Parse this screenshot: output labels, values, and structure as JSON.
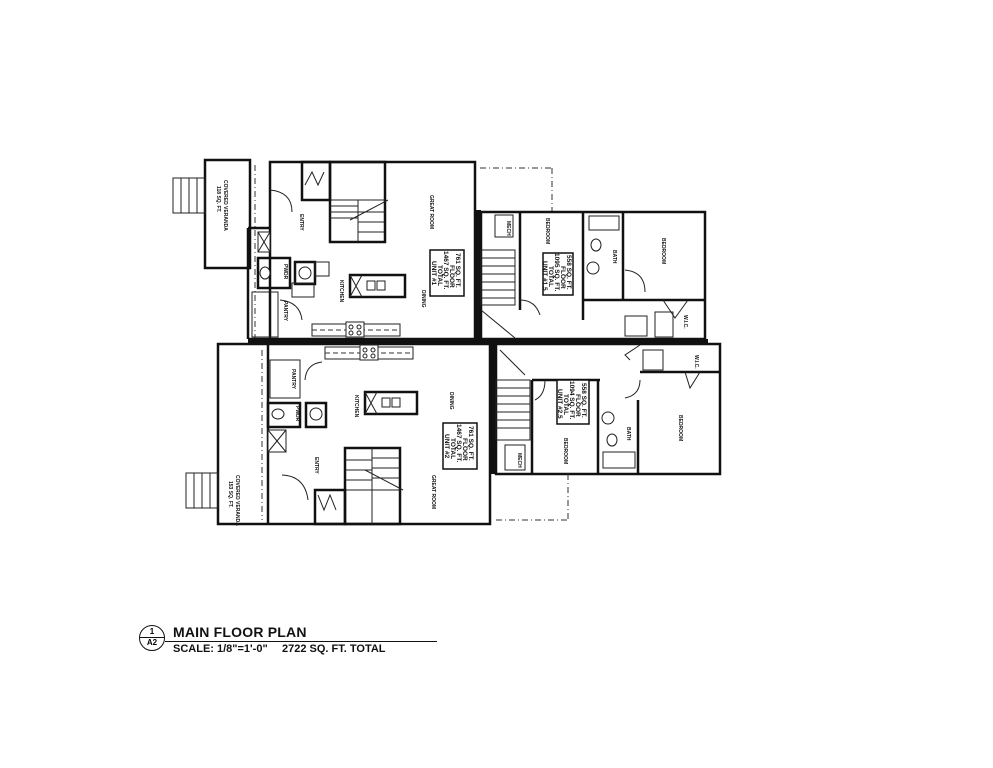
{
  "drawing": {
    "title": "MAIN FLOOR PLAN",
    "detail_number": "1",
    "sheet_number": "A2",
    "scale": "SCALE: 1/8\"=1'-0\"",
    "total_area": "2722 SQ. FT.  TOTAL"
  },
  "units": [
    {
      "id": "unit-1",
      "floor_area": "761 SQ. FT.",
      "floor_label": "FLOOR",
      "total_area": "1467 SQ. FT.",
      "total_label": "TOTAL",
      "unit_label": "UNIT #1"
    },
    {
      "id": "unit-1-5",
      "floor_area": "558 SQ. FT.",
      "floor_label": "FLOOR",
      "total_area": "1095 SQ. FT.",
      "total_label": "TOTAL",
      "unit_label": "UNIT #1.5"
    },
    {
      "id": "unit-2",
      "floor_area": "761 SQ. FT.",
      "floor_label": "FLOOR",
      "total_area": "1467 SQ. FT.",
      "total_label": "TOTAL",
      "unit_label": "UNIT #2"
    },
    {
      "id": "unit-2-5",
      "floor_area": "558 SQ. FT.",
      "floor_label": "FLOOR",
      "total_area": "1094 SQ. FT.",
      "total_label": "TOTAL",
      "unit_label": "UNIT #2.5"
    }
  ],
  "rooms": {
    "covered_veranda_1": "COVERED VERANDA",
    "covered_veranda_1_area": "118 SQ. FT.",
    "covered_veranda_2": "COVERED VERANDA",
    "covered_veranda_2_area": "153 SQ. FT.",
    "great_room": "GREAT ROOM",
    "dining": "DINING",
    "kitchen": "KITCHEN",
    "entry": "ENTRY",
    "pwdr": "PWDR",
    "pantry": "PANTRY",
    "bedroom": "BEDROOM",
    "bath": "BATH",
    "wic": "W.I.C.",
    "mech": "MECH"
  }
}
